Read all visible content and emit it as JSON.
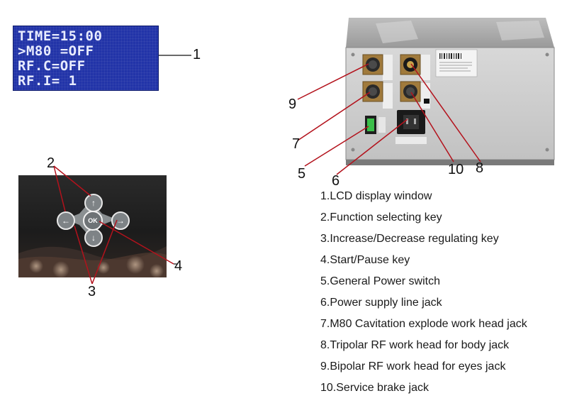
{
  "lcd": {
    "lines": [
      "TIME=15:00",
      ">M80 =OFF",
      "RF.C=OFF",
      "RF.I= 1"
    ]
  },
  "callouts": {
    "n1": "1",
    "n2": "2",
    "n3": "3",
    "n4": "4",
    "n5": "5",
    "n6": "6",
    "n7": "7",
    "n8": "8",
    "n9": "9",
    "n10": "10"
  },
  "keypad": {
    "ok_label": "OK",
    "up_symbol": "↑",
    "down_symbol": "↓",
    "left_symbol": "←",
    "right_symbol": "→"
  },
  "legend": [
    "1.LCD display window",
    "2.Function selecting key",
    "3.Increase/Decrease regulating key",
    "4.Start/Pause key",
    "5.General Power switch",
    "6.Power supply line jack",
    "7.M80 Cavitation explode work head jack",
    "8.Tripolar RF work head for body jack",
    "9.Bipolar RF work head for eyes jack",
    "10.Service brake jack"
  ],
  "colors": {
    "lcd_background": "#2234a8",
    "lcd_text": "#e8ecff",
    "leader_line": "#b3121c",
    "device_panel": "#c9c9c9"
  }
}
